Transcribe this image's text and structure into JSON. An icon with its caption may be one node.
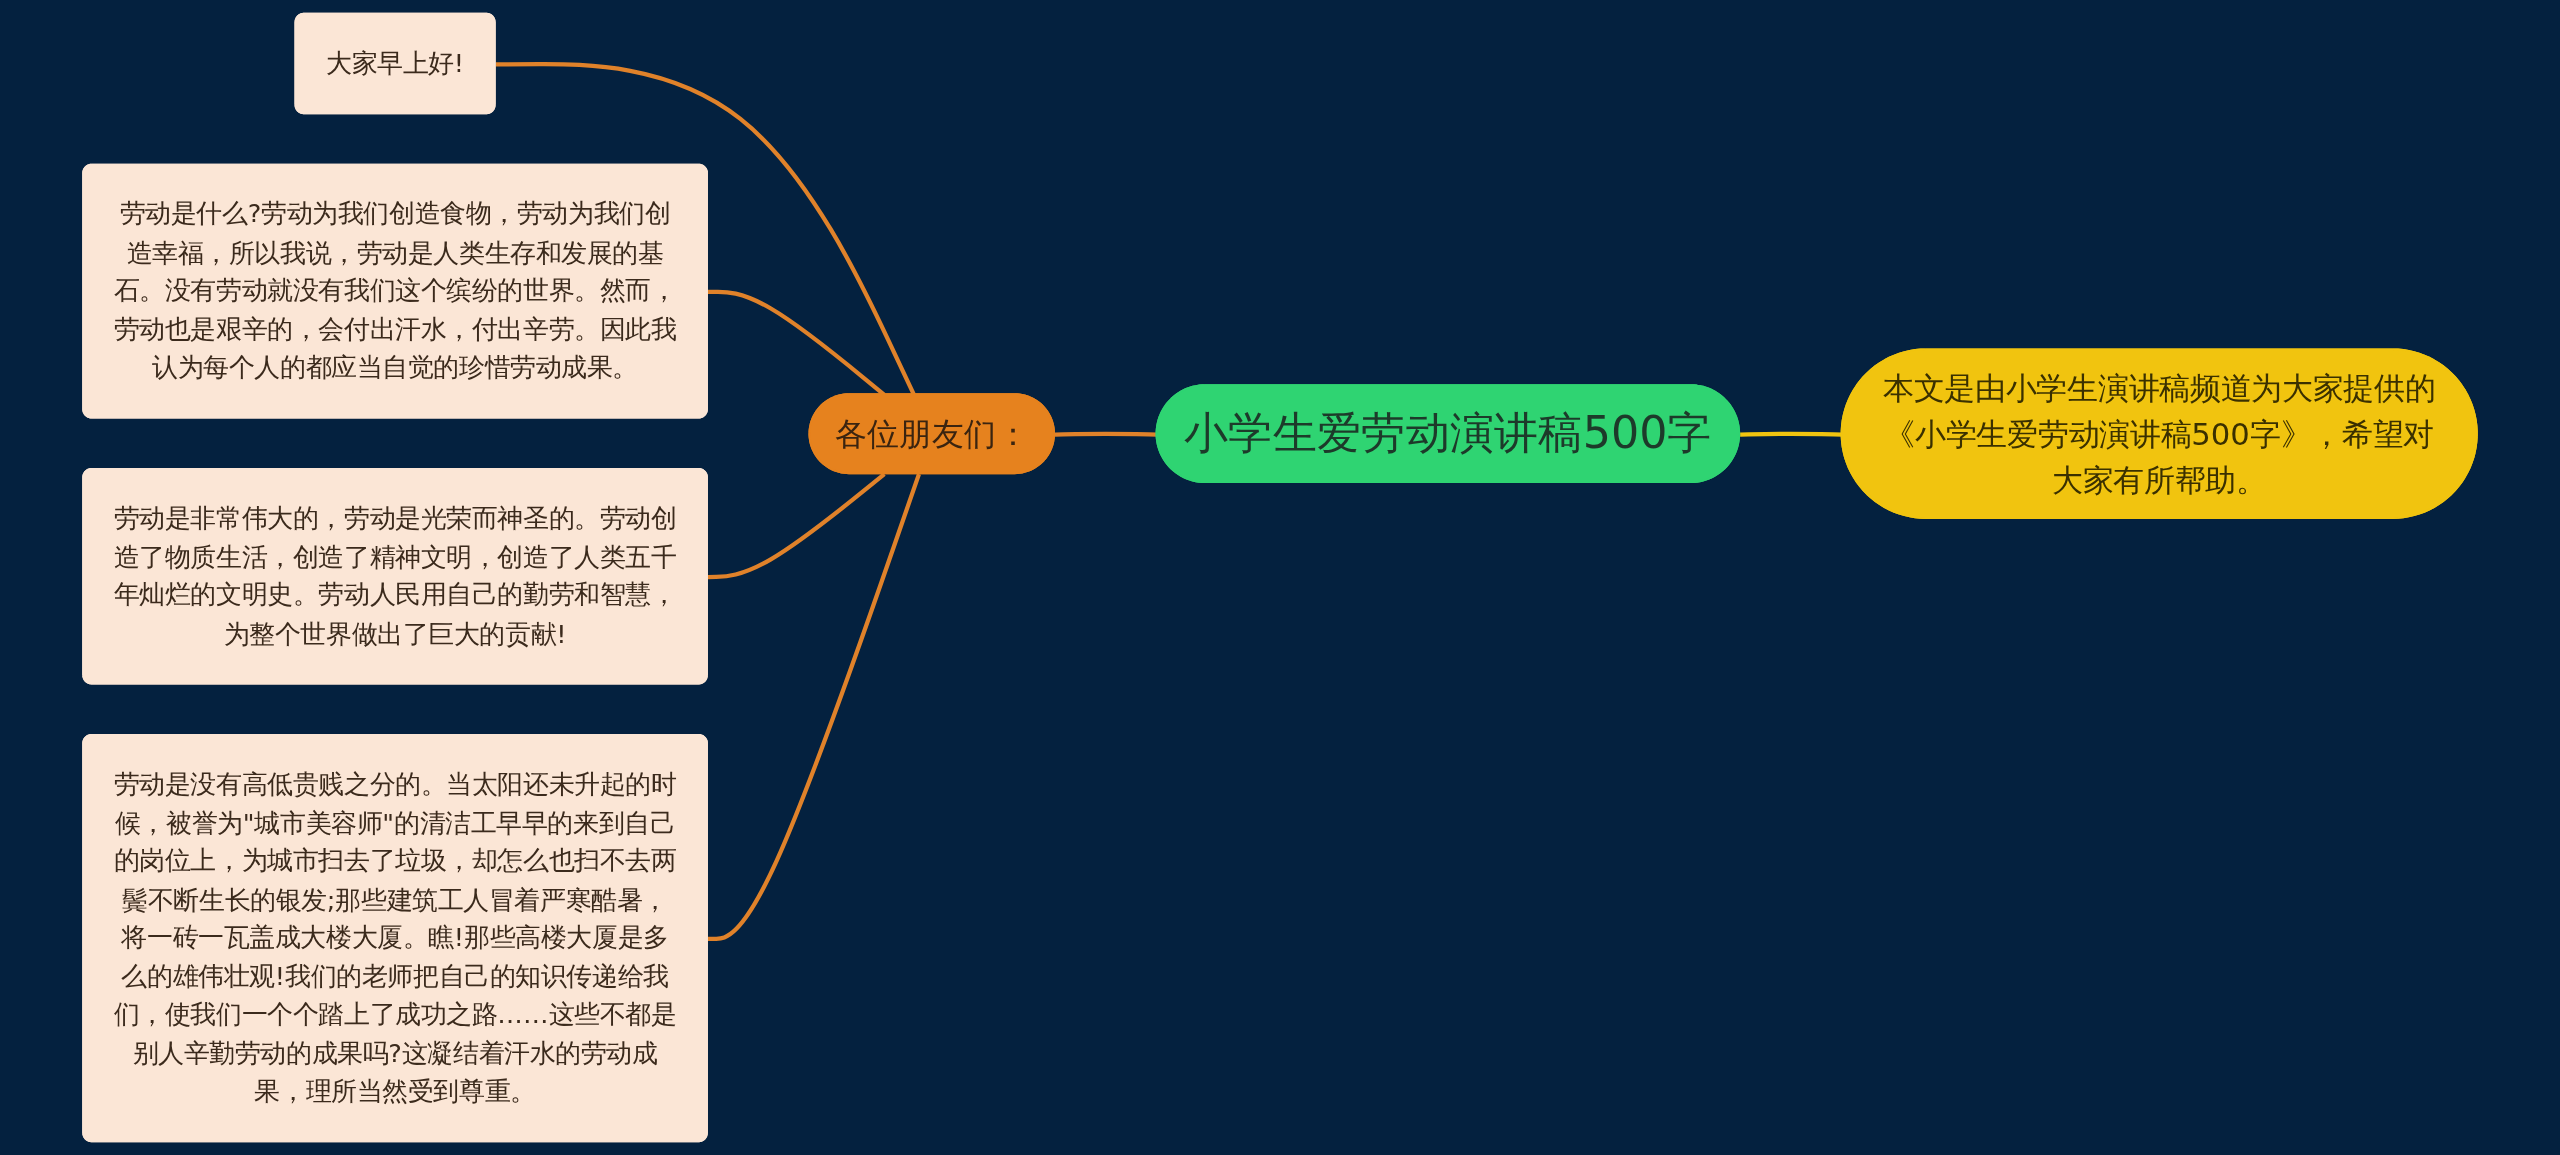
{
  "diagram": {
    "nodes": [
      {
        "text": [
          "小学生爱劳动演讲稿500字"
        ]
      },
      {
        "text": [
          "各位朋友们："
        ]
      },
      {
        "text": [
          "大家早上好!"
        ]
      },
      {
        "text": [
          "劳动是什么?劳动为我们创造食物，劳动为我们创造幸福，所以我说，劳动是人类生存和发展的基石。没有劳动就没有我们这个缤纷的世界。然而，劳动也是艰辛的，会付出汗水，付出辛劳。因此我认为每个人的都应当自觉的珍惜劳动成果。"
        ]
      },
      {
        "text": [
          "劳动是非常伟大的，劳动是光荣而神圣的。劳动创造了物质生活，创造了精神文明，创造了人类五千年灿烂的文明史。劳动人民用自己的勤劳和智慧，为整个世界做出了巨大的贡献!"
        ]
      },
      {
        "text": [
          "劳动是没有高低贵贱之分的。当太阳还未升起的时候，被誉为\"城市美容师\"的清洁工早早的来到自己的岗位上，为城市扫去了垃圾，却怎么也扫不去两鬓不断生长的银发;那些建筑工人冒着严寒酷暑，将一砖一瓦盖成大楼大厦。瞧!那些高楼大厦是多么的雄伟壮观!我们的老师把自己的知识传递给我们，使我们一个个踏上了成功之路……这些不都是别人辛勤劳动的成果吗?这凝结着汗水的劳动成果，理所当然受到尊重。"
        ]
      },
      {
        "text": [
          "本文是由小学生演讲稿频道为大家提供的《小学生爱劳动演讲稿500字》，希望对大家有所帮助。"
        ]
      }
    ],
    "edges": [
      {
        "from": 1,
        "to": 0,
        "arrow": "none"
      },
      {
        "from": 2,
        "to": 1,
        "arrow": "none"
      },
      {
        "from": 3,
        "to": 1,
        "arrow": "none"
      },
      {
        "from": 4,
        "to": 1,
        "arrow": "none"
      },
      {
        "from": 5,
        "to": 1,
        "arrow": "none"
      },
      {
        "from": 0,
        "to": 6,
        "arrow": "none",
        "color": "#f1c40f"
      }
    ]
  }
}
